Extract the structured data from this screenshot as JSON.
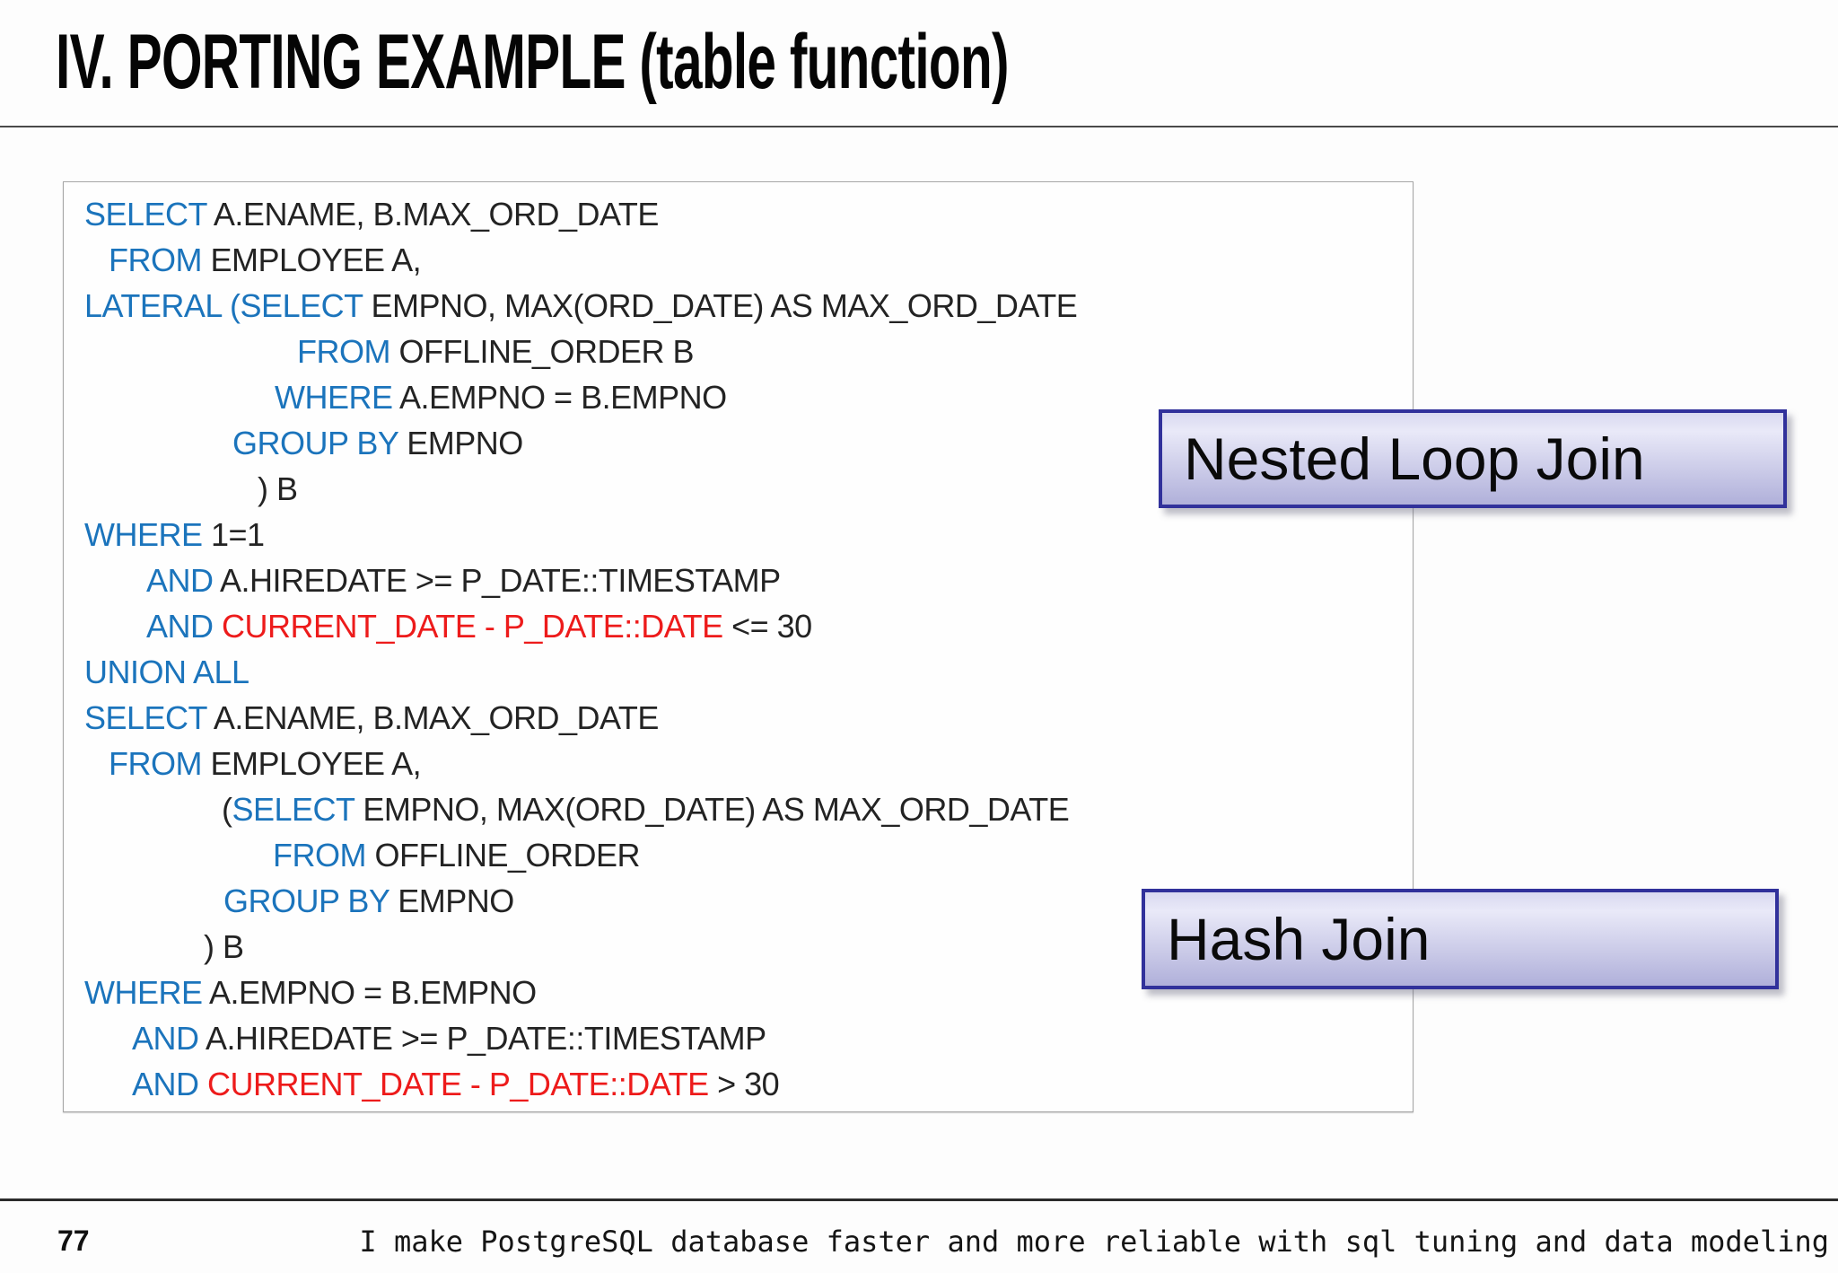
{
  "slide": {
    "title": "IV. PORTING EXAMPLE (table function)",
    "page_number": "77",
    "footer_tagline": "I make PostgreSQL database faster and more reliable with sql tuning and data modeling"
  },
  "labels": {
    "nested_loop": "Nested Loop Join",
    "hash_join": "Hash Join"
  },
  "colors": {
    "keyword_blue": "#1b74bc",
    "highlight_red": "#ed1b1b",
    "code_text": "#232323",
    "label_border": "#31319b",
    "label_grad_top": "#d9d9f0",
    "label_grad_mid": "#e9e9f8",
    "label_grad_bottom": "#b0b0da"
  },
  "code": {
    "lines": [
      {
        "indent": 23,
        "segments": [
          {
            "t": "SELECT",
            "c": "kw"
          },
          {
            "t": " A.ENAME, B.MAX_ORD_DATE",
            "c": "tx"
          }
        ]
      },
      {
        "indent": 50,
        "segments": [
          {
            "t": "FROM",
            "c": "kw"
          },
          {
            "t": " EMPLOYEE A,",
            "c": "tx"
          }
        ]
      },
      {
        "indent": 23,
        "segments": [
          {
            "t": "LATERAL (SELECT",
            "c": "kw"
          },
          {
            "t": " EMPNO, MAX(ORD_DATE) AS MAX_ORD_DATE",
            "c": "tx"
          }
        ]
      },
      {
        "indent": 260,
        "segments": [
          {
            "t": "FROM",
            "c": "kw"
          },
          {
            "t": " OFFLINE_ORDER B",
            "c": "tx"
          }
        ]
      },
      {
        "indent": 235,
        "segments": [
          {
            "t": "WHERE",
            "c": "kw"
          },
          {
            "t": " A.EMPNO = B.EMPNO",
            "c": "tx"
          }
        ]
      },
      {
        "indent": 188,
        "segments": [
          {
            "t": "GROUP BY",
            "c": "kw"
          },
          {
            "t": " EMPNO",
            "c": "tx"
          }
        ]
      },
      {
        "indent": 216,
        "segments": [
          {
            "t": ") B",
            "c": "tx"
          }
        ]
      },
      {
        "indent": 23,
        "segments": [
          {
            "t": "WHERE",
            "c": "kw"
          },
          {
            "t": " 1=1",
            "c": "tx"
          }
        ]
      },
      {
        "indent": 92,
        "segments": [
          {
            "t": "AND",
            "c": "kw"
          },
          {
            "t": " A.HIREDATE >= P_DATE::TIMESTAMP",
            "c": "tx"
          }
        ]
      },
      {
        "indent": 92,
        "segments": [
          {
            "t": "AND",
            "c": "kw"
          },
          {
            "t": " ",
            "c": "tx"
          },
          {
            "t": "CURRENT_DATE - P_DATE::DATE",
            "c": "red"
          },
          {
            "t": " <= 30",
            "c": "tx"
          }
        ]
      },
      {
        "indent": 23,
        "segments": [
          {
            "t": "UNION ALL",
            "c": "kw"
          }
        ]
      },
      {
        "indent": 23,
        "segments": [
          {
            "t": "SELECT",
            "c": "kw"
          },
          {
            "t": " A.ENAME, B.MAX_ORD_DATE",
            "c": "tx"
          }
        ]
      },
      {
        "indent": 50,
        "segments": [
          {
            "t": "FROM",
            "c": "kw"
          },
          {
            "t": " EMPLOYEE A,",
            "c": "tx"
          }
        ]
      },
      {
        "indent": 176,
        "segments": [
          {
            "t": "(",
            "c": "tx"
          },
          {
            "t": "SELECT",
            "c": "kw"
          },
          {
            "t": " EMPNO, MAX(ORD_DATE) AS MAX_ORD_DATE",
            "c": "tx"
          }
        ]
      },
      {
        "indent": 233,
        "segments": [
          {
            "t": "FROM",
            "c": "kw"
          },
          {
            "t": " OFFLINE_ORDER",
            "c": "tx"
          }
        ]
      },
      {
        "indent": 178,
        "segments": [
          {
            "t": "GROUP BY",
            "c": "kw"
          },
          {
            "t": " EMPNO",
            "c": "tx"
          }
        ]
      },
      {
        "indent": 156,
        "segments": [
          {
            "t": ") B",
            "c": "tx"
          }
        ]
      },
      {
        "indent": 23,
        "segments": [
          {
            "t": "WHERE",
            "c": "kw"
          },
          {
            "t": " A.EMPNO = B.EMPNO",
            "c": "tx"
          }
        ]
      },
      {
        "indent": 76,
        "segments": [
          {
            "t": "AND",
            "c": "kw"
          },
          {
            "t": " A.HIREDATE >= P_DATE::TIMESTAMP",
            "c": "tx"
          }
        ]
      },
      {
        "indent": 76,
        "segments": [
          {
            "t": "AND",
            "c": "kw"
          },
          {
            "t": " ",
            "c": "tx"
          },
          {
            "t": "CURRENT_DATE - P_DATE::DATE",
            "c": "red"
          },
          {
            "t": " > 30",
            "c": "tx"
          }
        ]
      }
    ]
  }
}
